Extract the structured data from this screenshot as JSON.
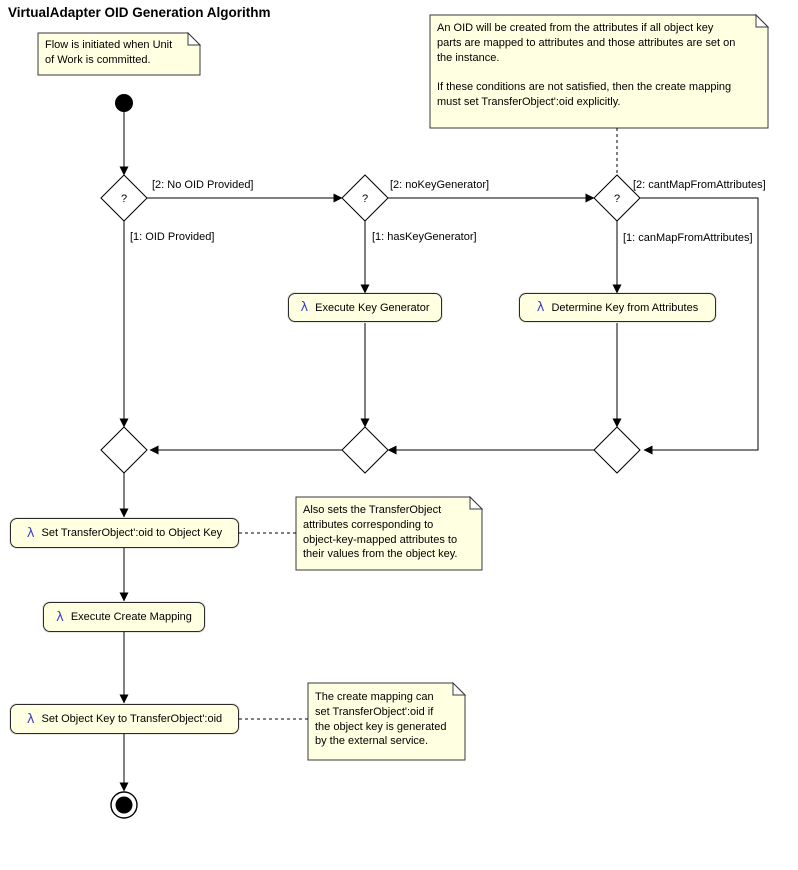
{
  "title": "VirtualAdapter OID Generation Algorithm",
  "decision": {
    "question_mark": "?"
  },
  "lambda_glyph": "λ",
  "colors": {
    "node_fill": "#FFFFE1",
    "node_border": "#2B2B2B",
    "lambda_blue": "#4040CC",
    "line": "#000000",
    "background": "#FFFFFF"
  },
  "notes": {
    "flow": "Flow is initiated when Unit\nof Work is committed.",
    "oid_creation": "An OID will be created from the attributes if all object key\nparts are mapped to attributes and those attributes are set on\nthe instance.\n\nIf these conditions are not satisfied, then the create mapping\nmust set TransferObject':oid explicitly.",
    "also_sets": "Also sets the TransferObject\nattributes corresponding to\nobject-key-mapped attributes to\ntheir values from the object key.",
    "create_mapping": "The create mapping can\nset TransferObject':oid if\nthe object key is generated\nby the external service."
  },
  "actions": {
    "execute_key_generator": "Execute Key Generator",
    "determine_key_from_attributes": "Determine Key from Attributes",
    "set_oid_to_object_key": "Set TransferObject':oid to Object Key",
    "execute_create_mapping": "Execute Create Mapping",
    "set_object_key_to_oid": "Set Object Key to TransferObject':oid"
  },
  "edges": {
    "no_oid_provided": "[2: No OID Provided]",
    "oid_provided": "[1: OID Provided]",
    "no_key_generator": "[2: noKeyGenerator]",
    "has_key_generator": "[1: hasKeyGenerator]",
    "cant_map_from_attributes": "[2: cantMapFromAttributes]",
    "can_map_from_attributes": "[1: canMapFromAttributes]"
  }
}
